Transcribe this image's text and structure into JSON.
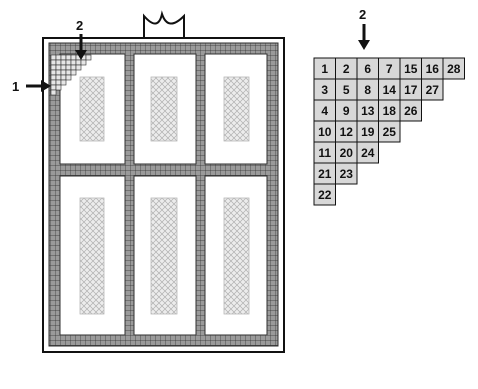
{
  "markers": {
    "row_start_label": "1",
    "column_start_label": "2",
    "chart_column_label": "2"
  },
  "colors": {
    "grid_fill": "#9a9a9a",
    "grid_line": "#2f2f2f",
    "cell_fill": "#d8d8d8",
    "outline": "#111111",
    "panel_fill": "#ffffff",
    "hatch_fill": "#d4d4d4"
  },
  "order_chart": {
    "rows": [
      [
        "1",
        "2",
        "6",
        "7",
        "15",
        "16",
        "28"
      ],
      [
        "3",
        "5",
        "8",
        "14",
        "17",
        "27"
      ],
      [
        "4",
        "9",
        "13",
        "18",
        "26"
      ],
      [
        "10",
        "12",
        "19",
        "25"
      ],
      [
        "11",
        "20",
        "24"
      ],
      [
        "21",
        "23"
      ],
      [
        "22"
      ]
    ]
  }
}
